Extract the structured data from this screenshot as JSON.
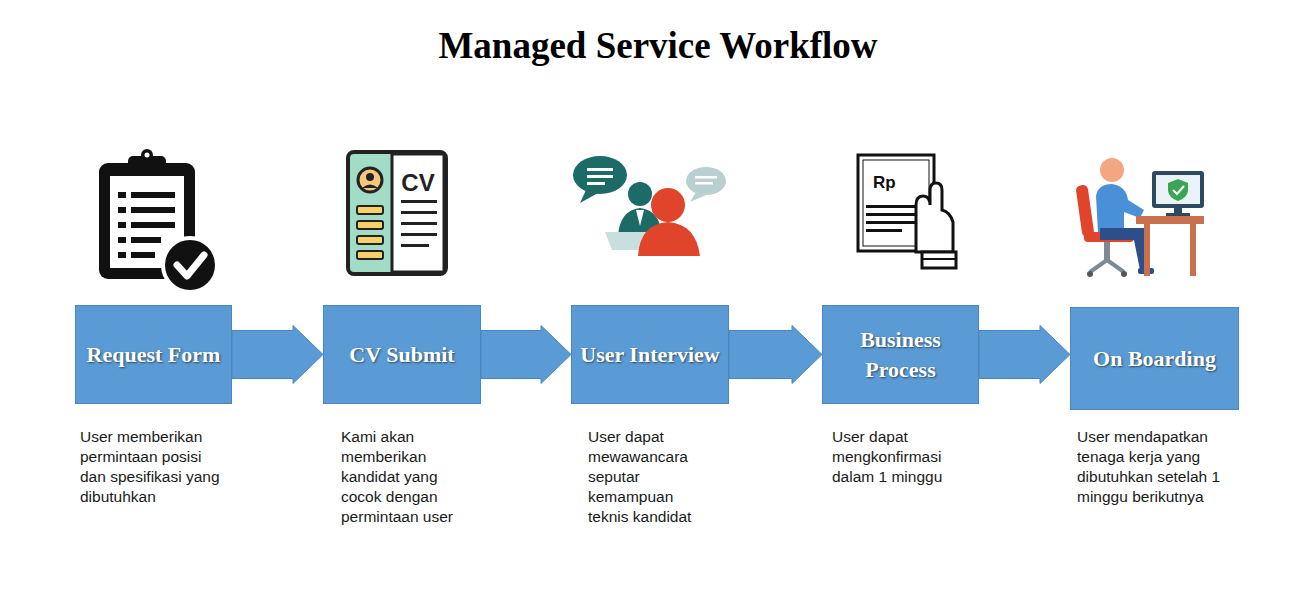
{
  "diagram": {
    "title": "Managed Service Workflow",
    "nodes": [
      {
        "text": [
          "Request Form",
          "User memberikan permintaan posisi dan spesifikasi yang dibutuhkan"
        ]
      },
      {
        "text": [
          "CV Submit",
          "Kami akan memberikan kandidat yang cocok dengan permintaan user"
        ]
      },
      {
        "text": [
          "User Interview",
          "User dapat mewawancara seputar kemampuan teknis kandidat"
        ]
      },
      {
        "text": [
          "Business Process",
          "User dapat mengkonfirmasi dalam 1 minggu"
        ]
      },
      {
        "text": [
          "On Boarding",
          "User mendapatkan tenaga kerja yang dibutuhkan setelah 1 minggu berikutnya"
        ]
      }
    ],
    "edges": [
      {
        "from": 0,
        "to": 1,
        "arrow": "to"
      },
      {
        "from": 1,
        "to": 2,
        "arrow": "to"
      },
      {
        "from": 2,
        "to": 3,
        "arrow": "to"
      },
      {
        "from": 3,
        "to": 4,
        "arrow": "to"
      }
    ],
    "labels": [
      "CV",
      "Rp"
    ]
  }
}
